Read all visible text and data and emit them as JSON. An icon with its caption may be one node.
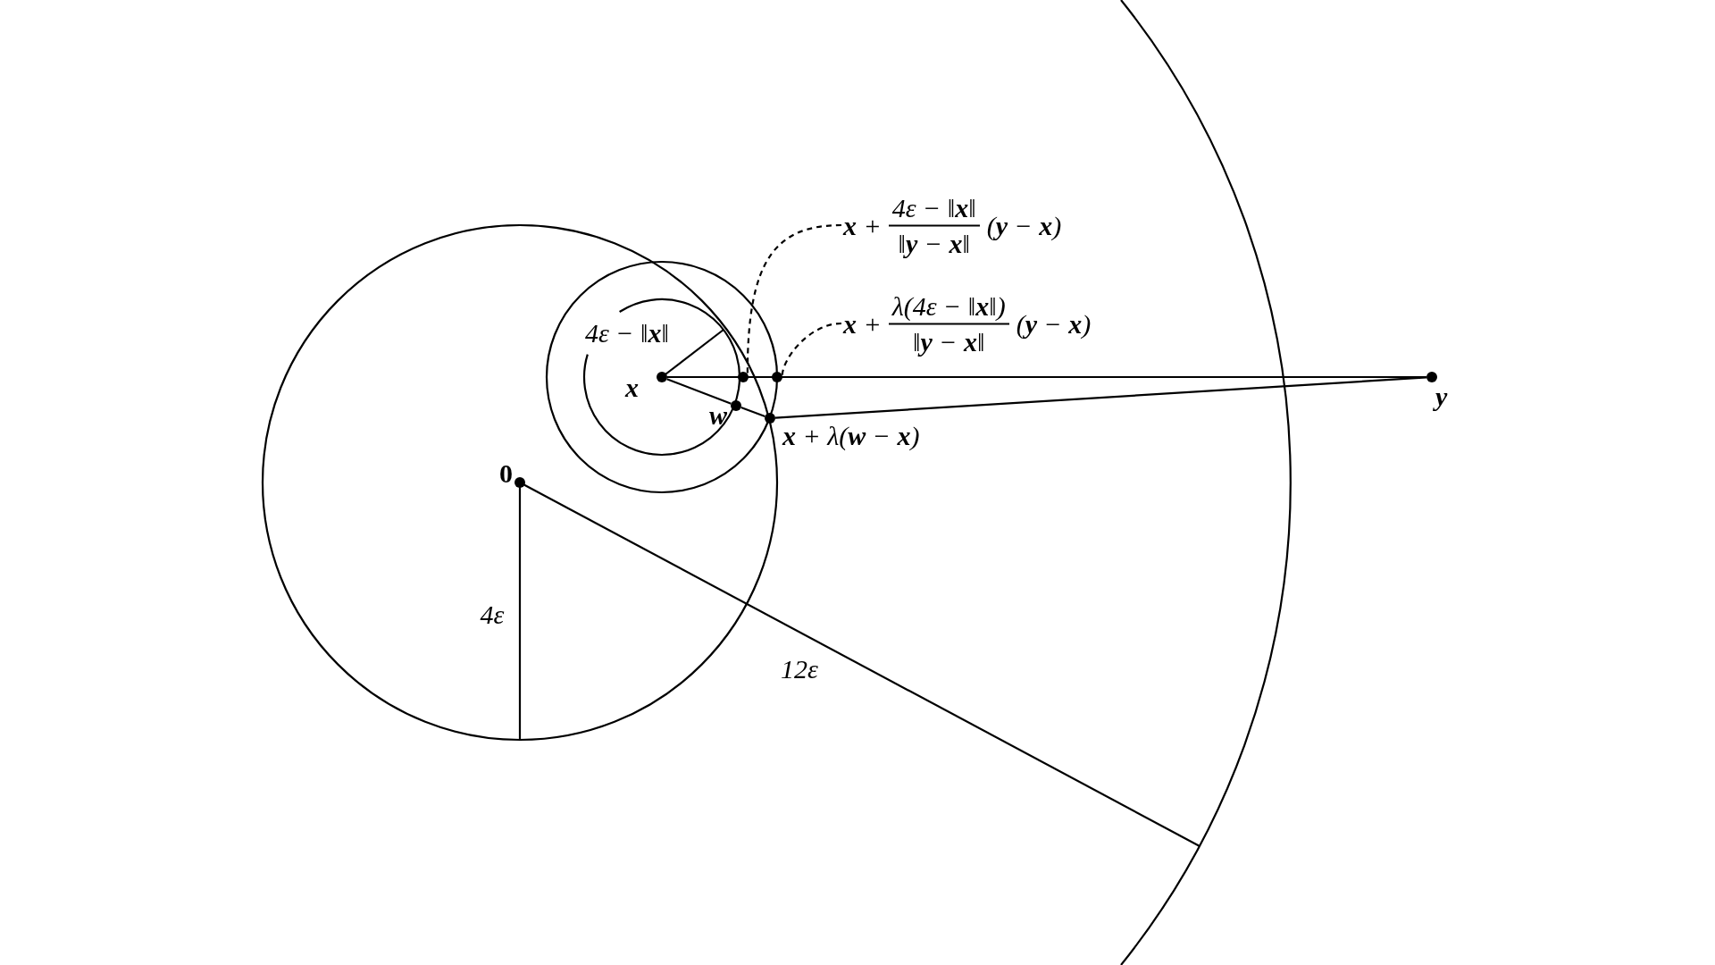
{
  "diagram": {
    "nodes": [
      {
        "text": [],
        "shape": "circle",
        "beside": [
          "**0**"
        ]
      },
      {
        "text": [],
        "shape": "circle",
        "beside": [
          "**x**"
        ]
      },
      {
        "text": [],
        "shape": "circle",
        "beside": [
          "**y**"
        ]
      },
      {
        "text": [],
        "shape": "circle",
        "beside": [
          "**w**"
        ]
      },
      {
        "text": [],
        "shape": "circle",
        "beside": [
          "**x** + λ(**w** − **x**)"
        ]
      },
      {
        "text": [],
        "shape": "circle"
      },
      {
        "text": [],
        "shape": "circle"
      },
      {
        "text": [
          "**x** +",
          "4ε − ‖**x**‖",
          "‖**y** − **x**‖",
          "(**y** − **x**)"
        ]
      },
      {
        "text": [
          "**x** +",
          "λ(4ε − ‖**x**‖)",
          "‖**y** − **x**‖",
          "(**y** − **x**)"
        ]
      }
    ],
    "edges": [
      {
        "from": 7,
        "to": 5,
        "arrow": "none",
        "style": "dashed"
      },
      {
        "from": 8,
        "to": 6,
        "arrow": "none",
        "style": "dashed"
      },
      {
        "from": 1,
        "to": 2,
        "arrow": "none"
      },
      {
        "from": 1,
        "to": 3,
        "arrow": "none"
      },
      {
        "from": 3,
        "to": 4,
        "arrow": "none"
      },
      {
        "from": 4,
        "to": 2,
        "arrow": "none"
      }
    ],
    "labels": [
      "4ε − ‖**x**‖",
      "4ε",
      "12ε"
    ]
  }
}
